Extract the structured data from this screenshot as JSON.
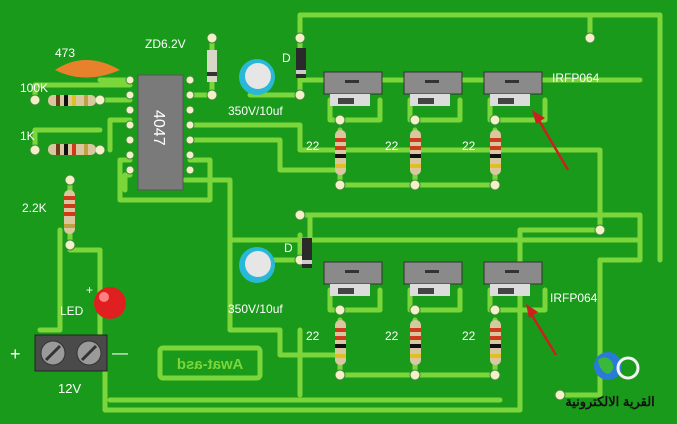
{
  "colors": {
    "board": "#1a9a1a",
    "trace": "#7ad63a",
    "trace_dark": "#5bb52a",
    "pad": "#f3f0c8",
    "chip": "#7a7a7a",
    "mosfet": "#8a8a8a",
    "arrow": "#cc1f1f",
    "label_text": "#ffffff"
  },
  "labels": {
    "cap_473": "473",
    "res_100k": "100K",
    "res_1k": "1K",
    "res_2k2": "2.2K",
    "zener": "ZD6.2V",
    "ic": "4047",
    "diode_top": "D",
    "diode_bottom": "D",
    "cap_top": "350V/10uf",
    "cap_bottom": "350V/10uf",
    "mosfet_top": "IRFP064",
    "mosfet_bottom": "IRFP064",
    "gate_res_top": [
      "22",
      "22",
      "22"
    ],
    "gate_res_bottom": [
      "22",
      "22",
      "22"
    ],
    "led": "LED",
    "plus_top": "+",
    "plus_left": "+",
    "minus": "—",
    "supply": "12V",
    "signature": "Awat-asd",
    "watermark": "القرية الالكترونية"
  }
}
